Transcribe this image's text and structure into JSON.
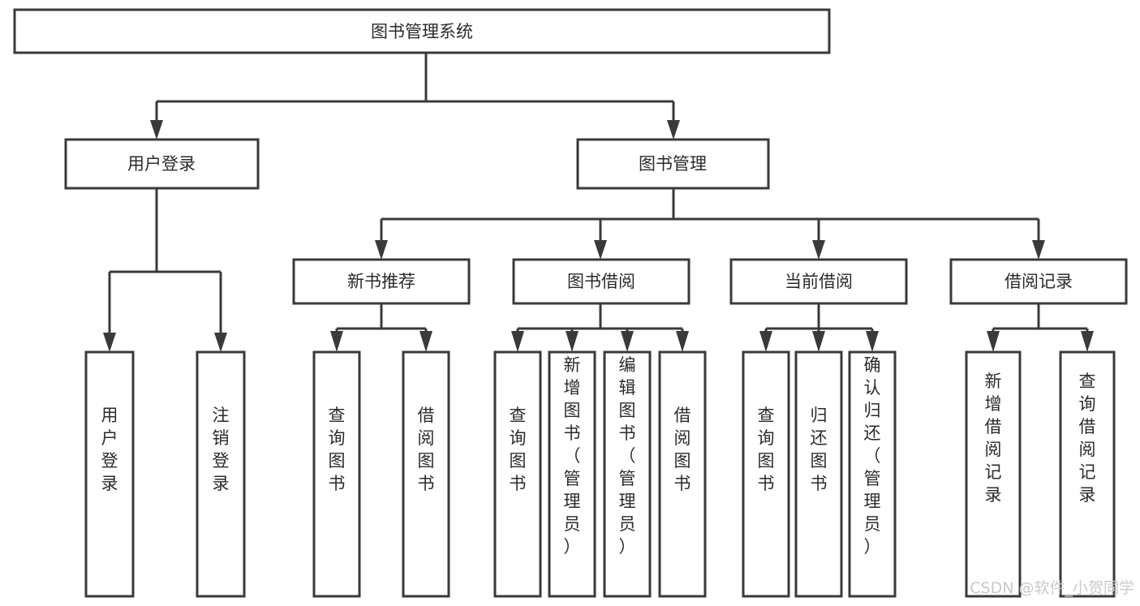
{
  "diagram": {
    "title": "图书管理系统",
    "type": "tree-hierarchy",
    "orientation": "top-down",
    "box_fill": "#ffffff",
    "box_stroke": "#3a3a3a",
    "text_color": "#2b2b2b",
    "background": "#ffffff"
  },
  "root": {
    "label": "图书管理系统"
  },
  "level2": [
    {
      "label": "用户登录"
    },
    {
      "label": "图书管理"
    }
  ],
  "level3": [
    {
      "label": "新书推荐"
    },
    {
      "label": "图书借阅"
    },
    {
      "label": "当前借阅"
    },
    {
      "label": "借阅记录"
    }
  ],
  "leaves": {
    "user_login": [
      {
        "label": "用户登录"
      },
      {
        "label": "注销登录"
      }
    ],
    "new_book_recommend": [
      {
        "label": "查询图书"
      },
      {
        "label": "借阅图书"
      }
    ],
    "book_borrow": [
      {
        "label": "查询图书"
      },
      {
        "label": "新增图书（管理员）"
      },
      {
        "label": "编辑图书（管理员）"
      },
      {
        "label": "借阅图书"
      }
    ],
    "current_borrow": [
      {
        "label": "查询图书"
      },
      {
        "label": "归还图书"
      },
      {
        "label": "确认归还（管理员）"
      }
    ],
    "borrow_record": [
      {
        "label": "新增借阅记录"
      },
      {
        "label": "查询借阅记录"
      }
    ]
  },
  "watermark": {
    "text": "CSDN @软件_小贺同学",
    "color": "#c9c9c9"
  }
}
